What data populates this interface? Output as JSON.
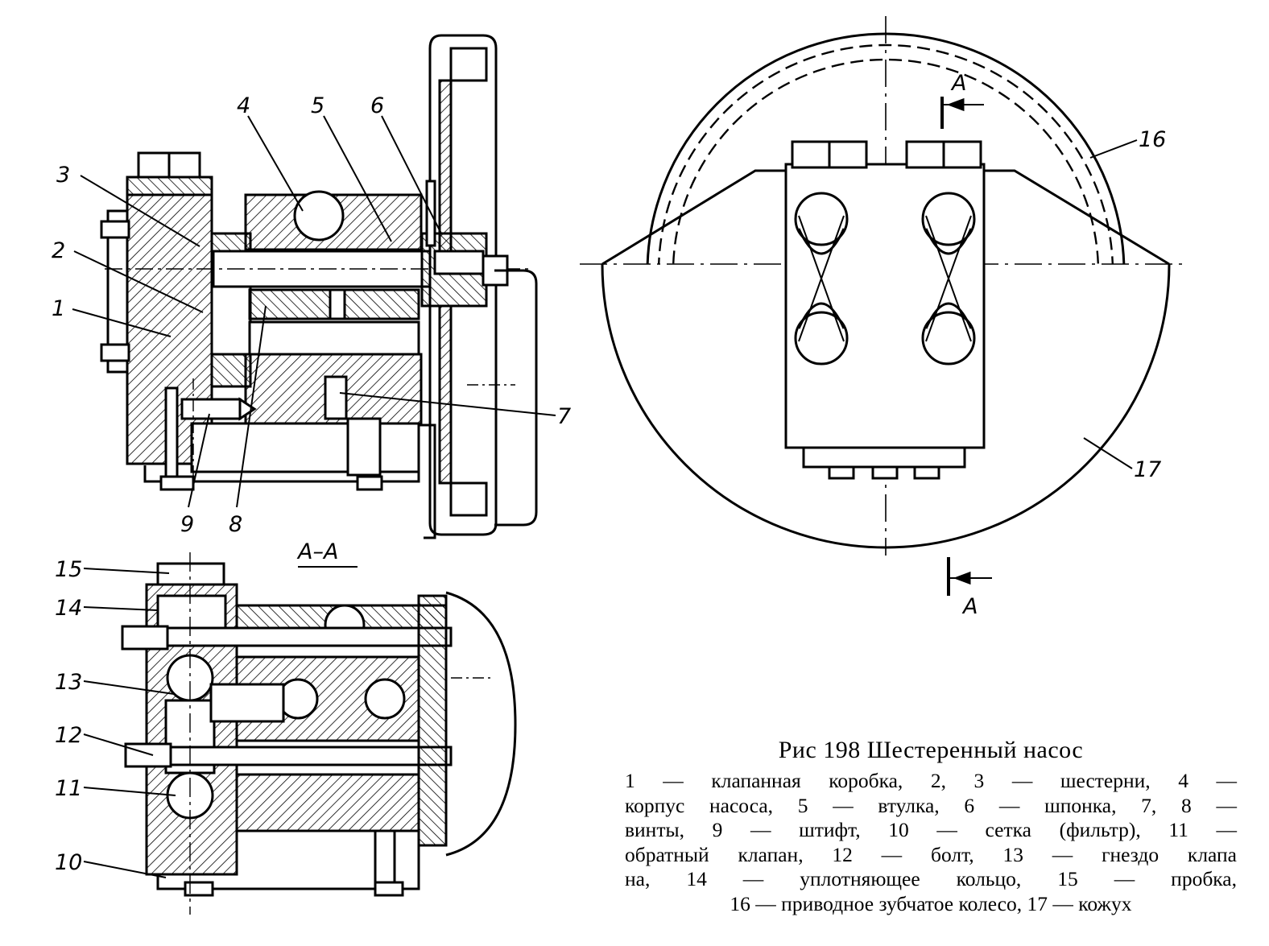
{
  "figure": {
    "callouts": {
      "c1": "1",
      "c2": "2",
      "c3": "3",
      "c4": "4",
      "c5": "5",
      "c6": "6",
      "c7": "7",
      "c8": "8",
      "c9": "9",
      "c10": "10",
      "c11": "11",
      "c12": "12",
      "c13": "13",
      "c14": "14",
      "c15": "15",
      "c16": "16",
      "c17": "17"
    },
    "section_title": "А–А",
    "section_marker_top": "А",
    "section_marker_bottom": "А"
  },
  "caption": {
    "title": "Рис 198 Шестеренный насос",
    "items": [
      {
        "num": "1",
        "text": " — клапанная коробка, "
      },
      {
        "num": "2, 3",
        "text": " — шестерни, "
      },
      {
        "num": "4",
        "text": " — корпус насоса, "
      },
      {
        "num": "5",
        "text": " — втулка, "
      },
      {
        "num": "6",
        "text": " — шпонка, "
      },
      {
        "num": "7, 8",
        "text": " — винты, "
      },
      {
        "num": "9",
        "text": " — штифт, "
      },
      {
        "num": "10",
        "text": " — сетка (фильтр), "
      },
      {
        "num": "11",
        "text": " — обратный клапан, "
      },
      {
        "num": "12",
        "text": " — болт, "
      },
      {
        "num": "13",
        "text": " — гнездо клапана, "
      },
      {
        "num": "14",
        "text": " — уплотняющее кольцо, "
      },
      {
        "num": "15",
        "text": " — пробка, "
      },
      {
        "num": "16",
        "text": " — приводное зубчатое колесо, "
      },
      {
        "num": "17",
        "text": " — кожух"
      }
    ],
    "lines": [
      "1 — клапанная коробка, 2, 3 — шестерни, 4 —",
      "корпус насоса, 5 — втулка, 6 — шпонка, 7, 8 —",
      "винты, 9 — штифт, 10 — сетка (фильтр), 11 —",
      "обратный клапан, 12 — болт, 13 — гнездо клапа",
      "на, 14 — уплотняющее кольцо, 15 — пробка,",
      "16 — приводное зубчатое колесо, 17 — кожух"
    ]
  }
}
